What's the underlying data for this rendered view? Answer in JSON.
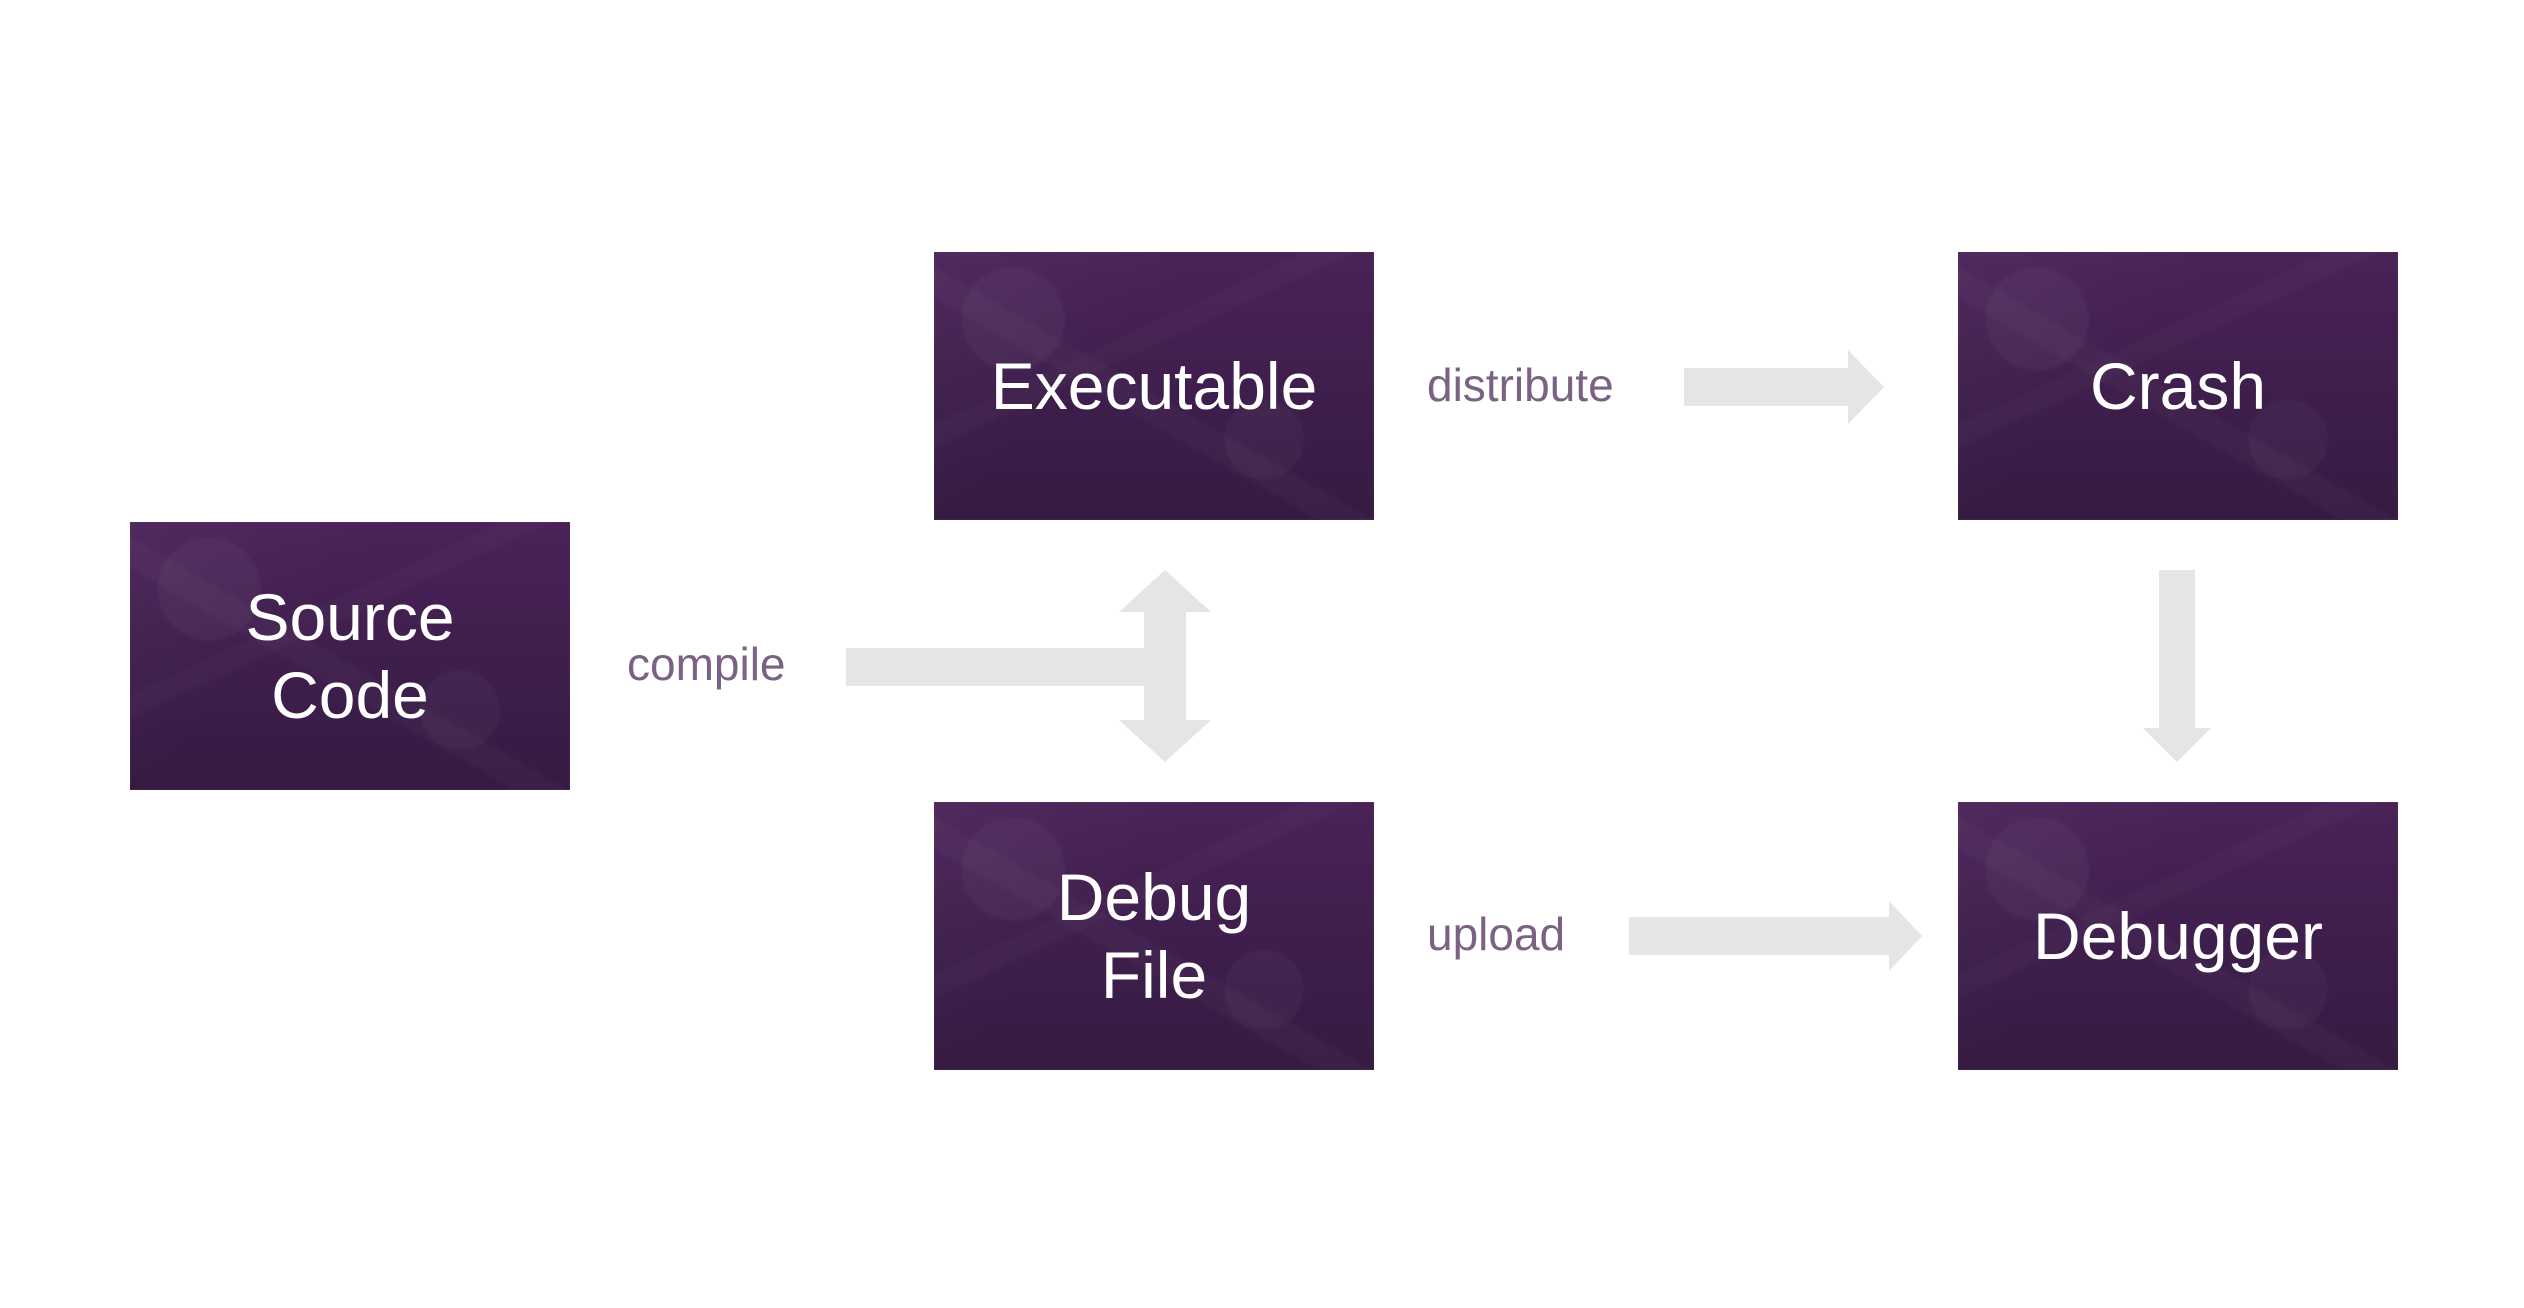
{
  "diagram": {
    "nodes": {
      "source_code": "Source\nCode",
      "executable": "Executable",
      "debug_file": "Debug\nFile",
      "crash": "Crash",
      "debugger": "Debugger"
    },
    "edges": {
      "compile": "compile",
      "distribute": "distribute",
      "upload": "upload"
    }
  },
  "colors": {
    "box_fill": "#3f1f4d",
    "label_text": "#7a6283",
    "arrow_fill": "#e6e4e7",
    "box_text": "#ffffff"
  }
}
